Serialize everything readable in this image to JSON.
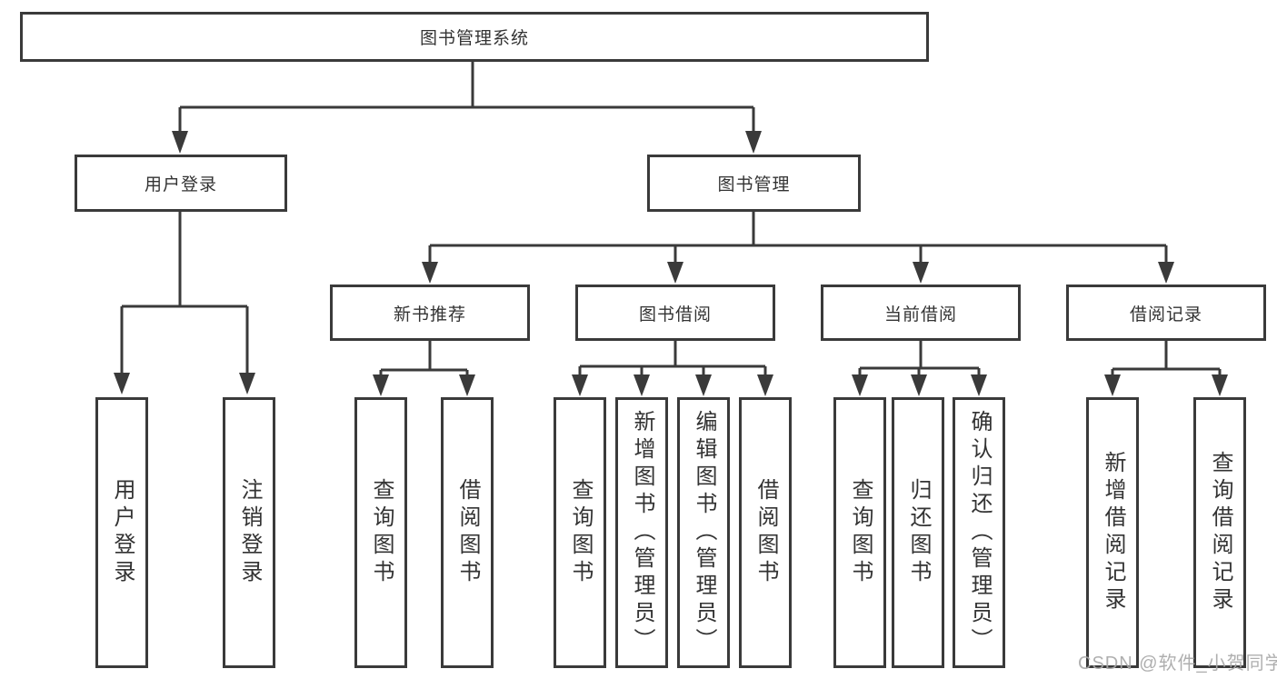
{
  "diagram": {
    "title": "图书管理系统",
    "root": {
      "label": "图书管理系统"
    },
    "level2": {
      "user_login": {
        "label": "用户登录"
      },
      "book_mgmt": {
        "label": "图书管理"
      }
    },
    "level3": {
      "new_book_rec": {
        "label": "新书推荐"
      },
      "book_borrow": {
        "label": "图书借阅"
      },
      "current_borrow": {
        "label": "当前借阅"
      },
      "borrow_records": {
        "label": "借阅记录"
      }
    },
    "leaves": {
      "user_login": {
        "label": "用户登录"
      },
      "logout": {
        "label": "注销登录"
      },
      "query_book_1": {
        "label": "查询图书"
      },
      "borrow_book_1": {
        "label": "借阅图书"
      },
      "query_book_2": {
        "label": "查询图书"
      },
      "add_book": {
        "label": "新增图书（管理员）"
      },
      "edit_book": {
        "label": "编辑图书（管理员）"
      },
      "borrow_book_2": {
        "label": "借阅图书"
      },
      "query_book_3": {
        "label": "查询图书"
      },
      "return_book": {
        "label": "归还图书"
      },
      "confirm_return": {
        "label": "确认归还（管理员）"
      },
      "add_record": {
        "label": "新增借阅记录"
      },
      "query_record": {
        "label": "查询借阅记录"
      }
    }
  },
  "watermark": {
    "text": "CSDN @软件_小贺同学"
  },
  "colors": {
    "line": "#3a3a3a",
    "box_border": "#3a3a3a",
    "box_fill": "#ffffff",
    "text": "#333333",
    "watermark": "#a8a8a8"
  }
}
